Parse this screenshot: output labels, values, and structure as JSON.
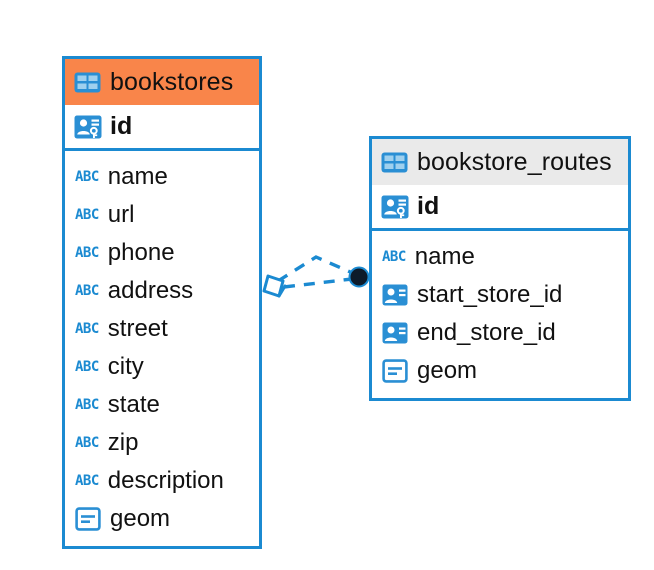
{
  "diagram": {
    "type": "entity-relationship-diagram",
    "colors": {
      "border": "#1b8ad1",
      "accent_orange": "#f9854a",
      "accent_grey": "#eaeaea",
      "icon_blue": "#1b8ad1",
      "connector": "#1b8ad1",
      "endpoint_dark": "#0d1b2a",
      "text": "#111111",
      "background": "#ffffff"
    },
    "entities": [
      {
        "name": "bookstores",
        "header_icon": "table-icon",
        "header_style": "accent-orange",
        "primary_key": {
          "label": "id",
          "icon": "primary-key-icon"
        },
        "fields": [
          {
            "label": "name",
            "icon": "abc-text-icon",
            "type": "text"
          },
          {
            "label": "url",
            "icon": "abc-text-icon",
            "type": "text"
          },
          {
            "label": "phone",
            "icon": "abc-text-icon",
            "type": "text"
          },
          {
            "label": "address",
            "icon": "abc-text-icon",
            "type": "text"
          },
          {
            "label": "street",
            "icon": "abc-text-icon",
            "type": "text"
          },
          {
            "label": "city",
            "icon": "abc-text-icon",
            "type": "text"
          },
          {
            "label": "state",
            "icon": "abc-text-icon",
            "type": "text"
          },
          {
            "label": "zip",
            "icon": "abc-text-icon",
            "type": "text"
          },
          {
            "label": "description",
            "icon": "abc-text-icon",
            "type": "text"
          },
          {
            "label": "geom",
            "icon": "geometry-icon",
            "type": "geometry"
          }
        ]
      },
      {
        "name": "bookstore_routes",
        "header_icon": "table-icon",
        "header_style": "accent-grey",
        "primary_key": {
          "label": "id",
          "icon": "primary-key-icon"
        },
        "fields": [
          {
            "label": "name",
            "icon": "abc-text-icon",
            "type": "text"
          },
          {
            "label": "start_store_id",
            "icon": "foreign-key-icon",
            "type": "foreign-key"
          },
          {
            "label": "end_store_id",
            "icon": "foreign-key-icon",
            "type": "foreign-key"
          },
          {
            "label": "geom",
            "icon": "geometry-icon",
            "type": "geometry"
          }
        ]
      }
    ],
    "relationship": {
      "from_entity": "bookstores",
      "to_entity": "bookstore_routes",
      "style": "dashed",
      "source_marker": "many-crowsfoot-marker",
      "target_marker": "filled-circle-marker"
    },
    "abc_icon_text": "ABC"
  }
}
